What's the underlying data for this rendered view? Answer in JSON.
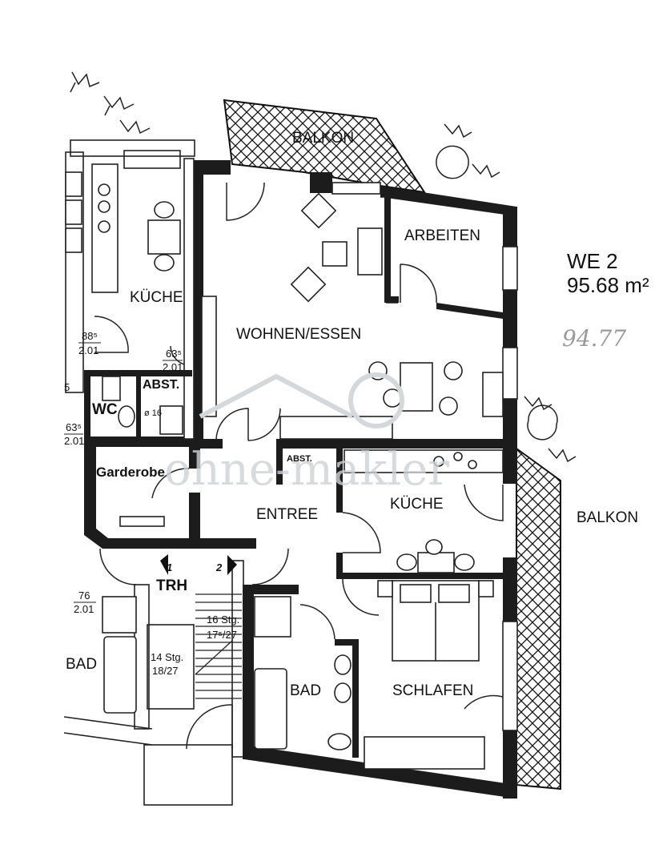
{
  "unit": {
    "label": "WE 2",
    "area": "95.68 m²",
    "handwritten_area": "94.77"
  },
  "rooms": {
    "balkon_top": "BALKON",
    "arbeiten": "ARBEITEN",
    "wohnen_essen": "WOHNEN/ESSEN",
    "kueche_main": "KÜCHE",
    "kueche_left": "KÜCHE",
    "abst_left": "ABST.",
    "abst_main": "ABST.",
    "wc": "WC",
    "garderobe": "Garderobe",
    "entree": "ENTREE",
    "trh": "TRH",
    "bad_left": "BAD",
    "bad_main": "BAD",
    "schlafen": "SCHLAFEN",
    "balkon_right": "BALKON"
  },
  "annotations": {
    "door_88": "88⁵",
    "door_88_h": "2.01",
    "door_63a": "63⁵",
    "door_63a_h": "2.01",
    "door_63b": "63⁵",
    "door_63b_h": "2.01",
    "door_76": "76",
    "door_76_h": "2.01",
    "pipe": "ø 16",
    "stairs_up": "16 Stg.",
    "stairs_up_ratio": "17⁵/27",
    "stairs_down": "14 Stg.",
    "stairs_down_ratio": "18/27",
    "arrow_1": "1",
    "arrow_2": "2",
    "wall_5": "5"
  },
  "watermark": "ohne-makler"
}
